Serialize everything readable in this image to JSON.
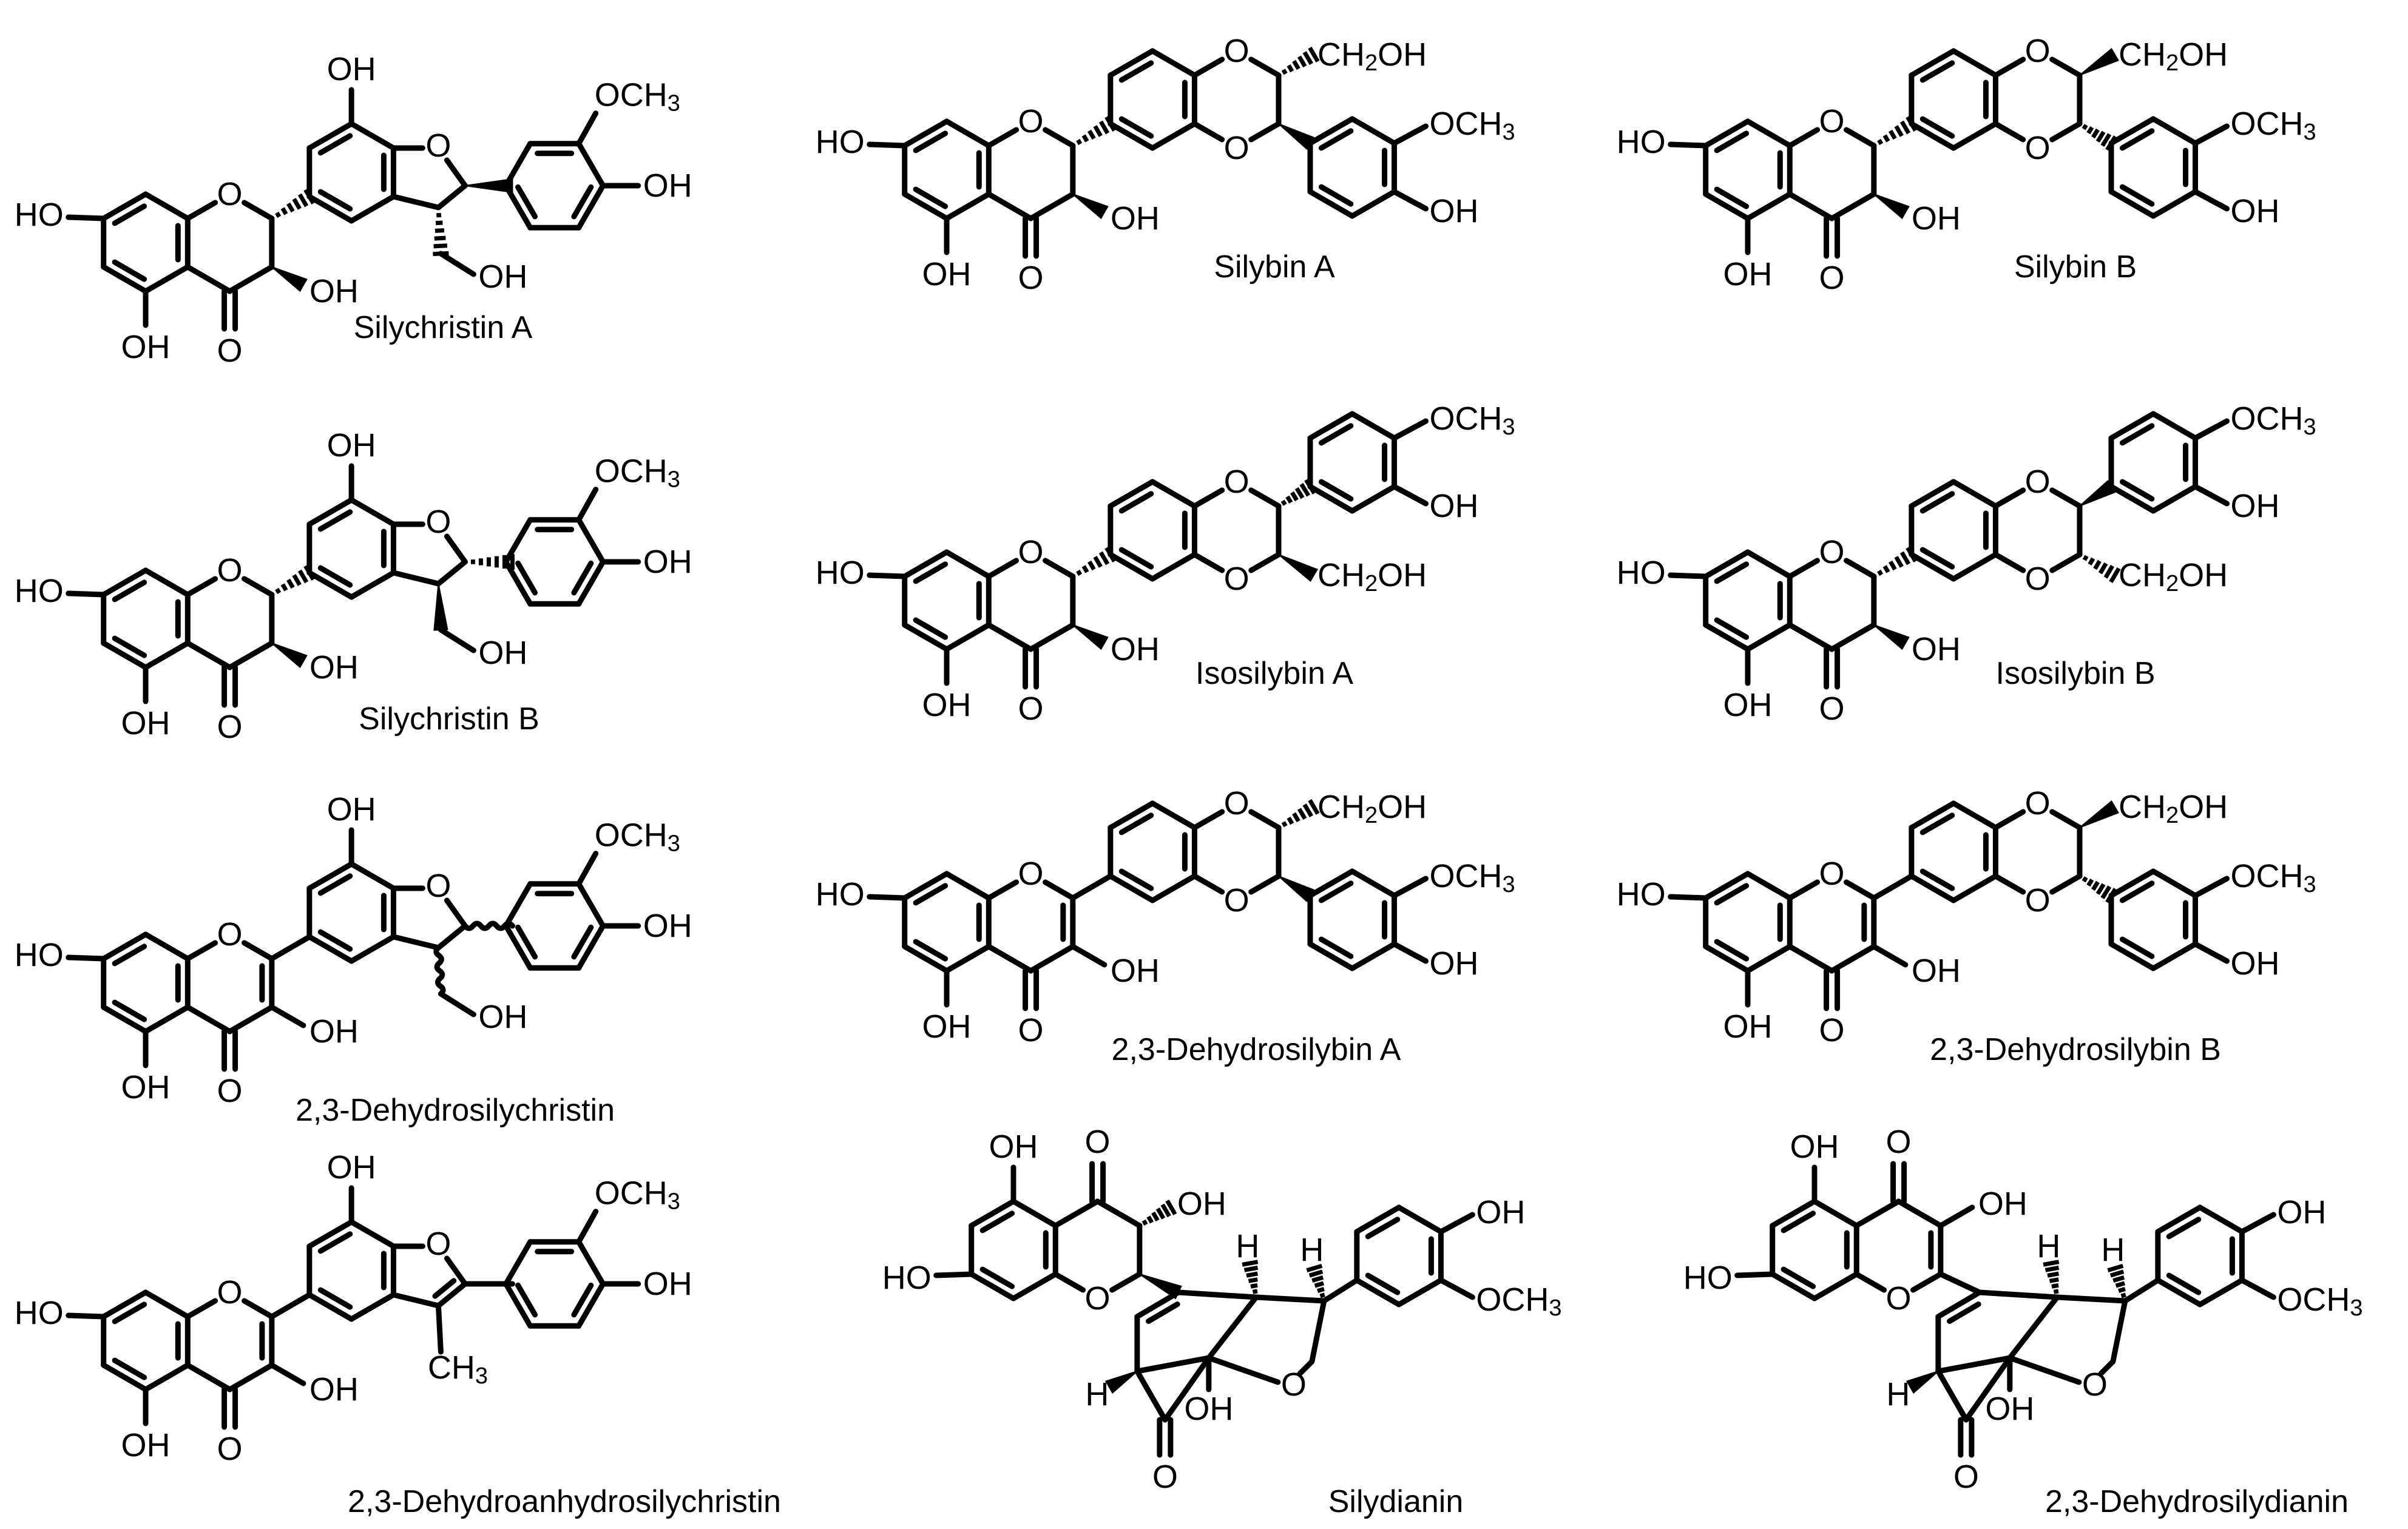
{
  "figure": {
    "compounds": [
      {
        "name": "Silychristin A",
        "labels": {
          "oh_top": "OH",
          "och3": "OCH3",
          "oh_ring": "OH",
          "o_furan": "O",
          "ho_left": "HO",
          "o_pyran": "O",
          "oh_c3": "OH",
          "oh_ch2": "OH",
          "oh_c5": "OH",
          "o_keto": "O"
        }
      },
      {
        "name": "Silybin A",
        "labels": {
          "ho_left": "HO",
          "o_pyran": "O",
          "o_dx1": "O",
          "ch2oh": "CH2OH",
          "o_dx2": "O",
          "och3": "OCH3",
          "oh_ring": "OH",
          "oh_c3": "OH",
          "oh_c5": "OH",
          "o_keto": "O"
        }
      },
      {
        "name": "Silybin B",
        "labels": {
          "ho_left": "HO",
          "o_pyran": "O",
          "o_dx1": "O",
          "ch2oh": "CH2OH",
          "o_dx2": "O",
          "och3": "OCH3",
          "oh_ring": "OH",
          "oh_c3": "OH",
          "oh_c5": "OH",
          "o_keto": "O"
        }
      },
      {
        "name": "Silychristin B",
        "labels": {
          "oh_top": "OH",
          "och3": "OCH3",
          "oh_ring": "OH",
          "o_furan": "O",
          "ho_left": "HO",
          "o_pyran": "O",
          "oh_c3": "OH",
          "oh_ch2": "OH",
          "oh_c5": "OH",
          "o_keto": "O"
        }
      },
      {
        "name": "Isosilybin A",
        "labels": {
          "ho_left": "HO",
          "o_pyran": "O",
          "o_dx1": "O",
          "och3": "OCH3",
          "oh_ring": "OH",
          "o_dx2": "O",
          "ch2oh": "CH2OH",
          "oh_c3": "OH",
          "oh_c5": "OH",
          "o_keto": "O"
        }
      },
      {
        "name": "Isosilybin B",
        "labels": {
          "ho_left": "HO",
          "o_pyran": "O",
          "o_dx1": "O",
          "och3": "OCH3",
          "oh_ring": "OH",
          "o_dx2": "O",
          "ch2oh": "CH2OH",
          "oh_c3": "OH",
          "oh_c5": "OH",
          "o_keto": "O"
        }
      },
      {
        "name": "2,3-Dehydrosilychristin",
        "labels": {
          "oh_top": "OH",
          "och3": "OCH3",
          "oh_ring": "OH",
          "o_furan": "O",
          "ho_left": "HO",
          "o_pyran": "O",
          "oh_c3": "OH",
          "oh_ch2": "OH",
          "oh_c5": "OH",
          "o_keto": "O"
        }
      },
      {
        "name": "2,3-Dehydrosilybin A",
        "labels": {
          "ho_left": "HO",
          "o_pyran": "O",
          "o_dx1": "O",
          "ch2oh": "CH2OH",
          "o_dx2": "O",
          "och3": "OCH3",
          "oh_ring": "OH",
          "oh_c3": "OH",
          "oh_c5": "OH",
          "o_keto": "O"
        }
      },
      {
        "name": "2,3-Dehydrosilybin B",
        "labels": {
          "ho_left": "HO",
          "o_pyran": "O",
          "o_dx1": "O",
          "ch2oh": "CH2OH",
          "o_dx2": "O",
          "och3": "OCH3",
          "oh_ring": "OH",
          "oh_c3": "OH",
          "oh_c5": "OH",
          "o_keto": "O"
        }
      },
      {
        "name": "2,3-Dehydroanhydrosilychristin",
        "labels": {
          "oh_top": "OH",
          "och3": "OCH3",
          "oh_ring": "OH",
          "o_furan": "O",
          "ho_left": "HO",
          "o_pyran": "O",
          "oh_c3": "OH",
          "ch3": "CH3",
          "oh_c5": "OH",
          "o_keto": "O"
        }
      },
      {
        "name": "Silydianin",
        "labels": {
          "oh_c5": "OH",
          "o_keto": "O",
          "oh_c3": "OH",
          "ho_left": "HO",
          "o_pyran": "O",
          "h1": "H",
          "h2": "H",
          "h3": "H",
          "oh_ring": "OH",
          "och3": "OCH3",
          "o_bridge": "O",
          "oh_hemi": "OH",
          "o_keto2": "O"
        }
      },
      {
        "name": "2,3-Dehydrosilydianin",
        "labels": {
          "oh_c5": "OH",
          "o_keto": "O",
          "oh_c3": "OH",
          "ho_left": "HO",
          "o_pyran": "O",
          "h1": "H",
          "h2": "H",
          "h3": "H",
          "oh_ring": "OH",
          "och3": "OCH3",
          "o_bridge": "O",
          "oh_hemi": "OH",
          "o_keto2": "O"
        }
      }
    ]
  }
}
